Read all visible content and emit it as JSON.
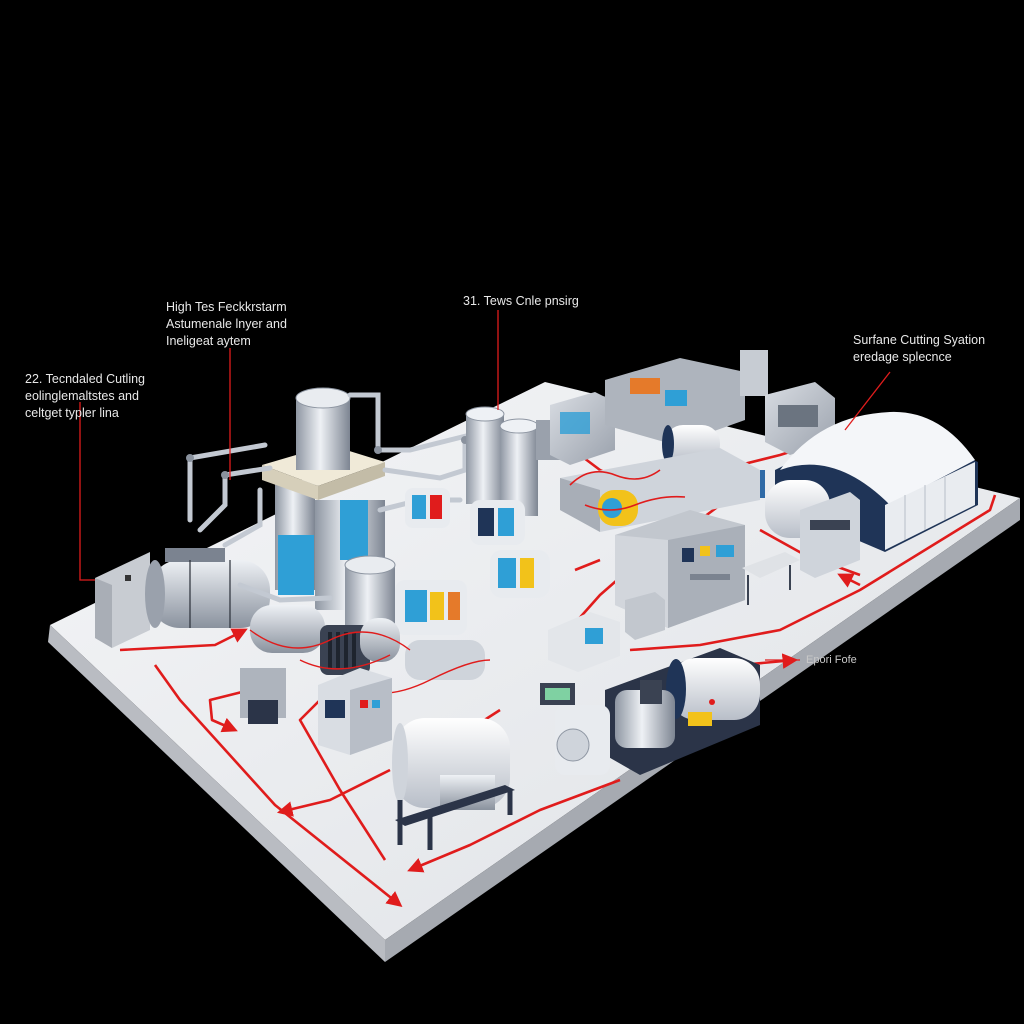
{
  "labels": {
    "high_tech": {
      "lines": [
        "High Tes Feckkrstarm",
        "Astumenale lnyer and",
        "Ineligeat aytem"
      ]
    },
    "processing": {
      "lines": [
        "31. Tews Cnle pnsirg"
      ]
    },
    "surface": {
      "lines": [
        "Surfane Cutting Syation",
        "eredage splecnce"
      ]
    },
    "cutting": {
      "lines": [
        "22. Tecndaled Cutling",
        "eolinglemaltstes and",
        "celtget typler lina"
      ]
    },
    "exit": {
      "text": "Epori Fofe"
    }
  },
  "colors": {
    "background": "#000000",
    "platform_top": "#eef0f3",
    "platform_side": "#b9bcc2",
    "flow_line": "#e01c1c",
    "metal": "#c9ced6",
    "accent_blue": "#2f9fd6",
    "accent_yellow": "#f2c21a",
    "dark_frame": "#2b3448",
    "navy_hood": "#1f3457"
  },
  "icons": [
    "flow-arrow-icon"
  ]
}
